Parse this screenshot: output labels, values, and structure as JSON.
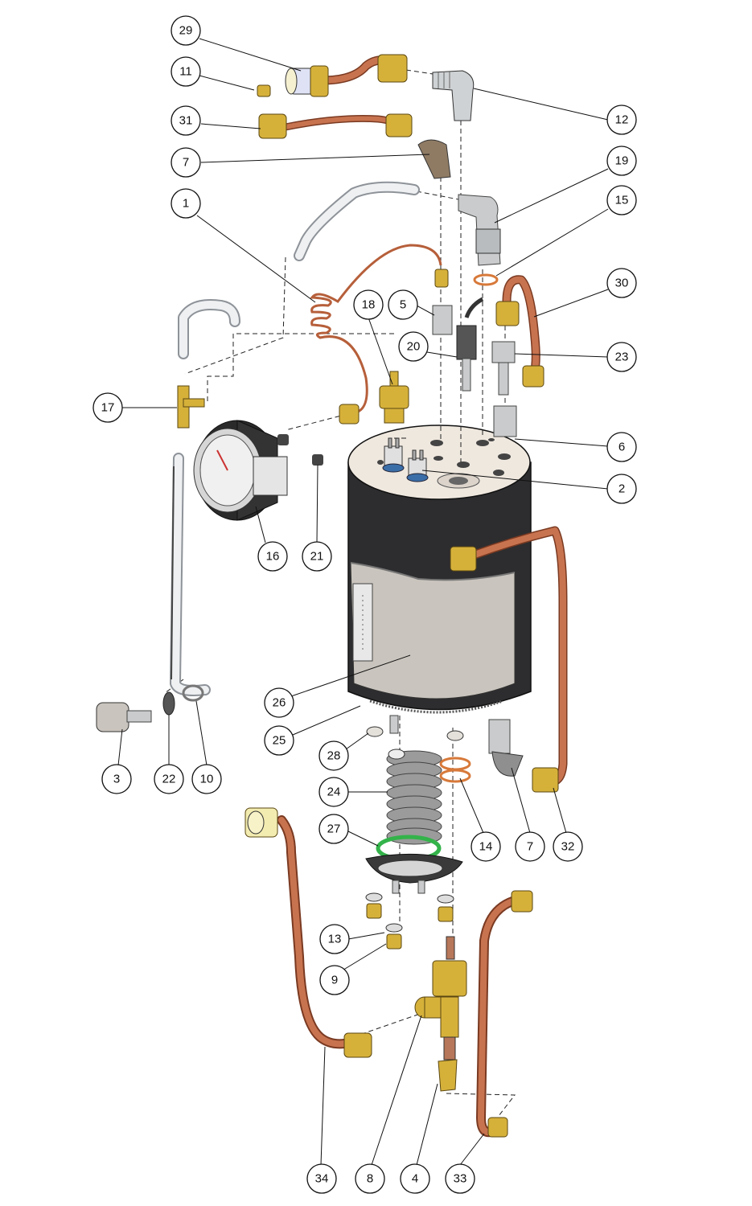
{
  "diagram": {
    "callouts": [
      {
        "label": "29"
      },
      {
        "label": "11"
      },
      {
        "label": "31"
      },
      {
        "label": "7"
      },
      {
        "label": "1"
      },
      {
        "label": "12"
      },
      {
        "label": "19"
      },
      {
        "label": "15"
      },
      {
        "label": "30"
      },
      {
        "label": "18"
      },
      {
        "label": "5"
      },
      {
        "label": "20"
      },
      {
        "label": "23"
      },
      {
        "label": "17"
      },
      {
        "label": "6"
      },
      {
        "label": "2"
      },
      {
        "label": "16"
      },
      {
        "label": "21"
      },
      {
        "label": "26"
      },
      {
        "label": "25"
      },
      {
        "label": "28"
      },
      {
        "label": "3"
      },
      {
        "label": "22"
      },
      {
        "label": "10"
      },
      {
        "label": "24"
      },
      {
        "label": "27"
      },
      {
        "label": "14"
      },
      {
        "label": "7"
      },
      {
        "label": "32"
      },
      {
        "label": "13"
      },
      {
        "label": "9"
      },
      {
        "label": "34"
      },
      {
        "label": "8"
      },
      {
        "label": "4"
      },
      {
        "label": "33"
      }
    ]
  },
  "colors": {
    "copper": "#c8734f",
    "brass": "#d6b13a",
    "boiler_jacket": "#2c2c2e",
    "heater_plate": "#c9c4bd",
    "gasket_green": "#33b34a",
    "gasket_orange": "#e08a3a"
  }
}
